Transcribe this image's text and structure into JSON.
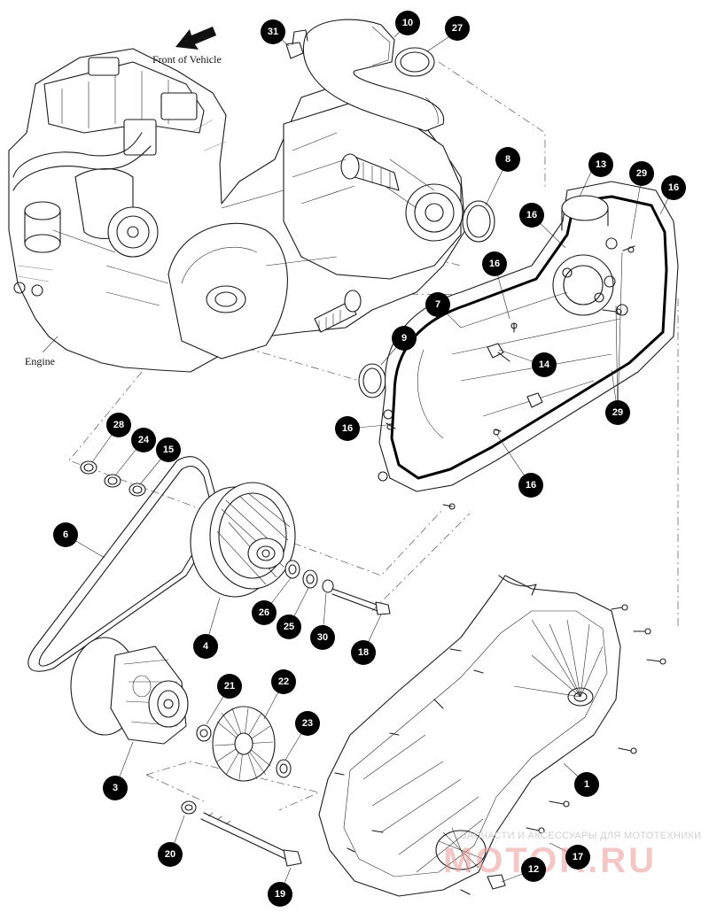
{
  "labels": {
    "front_of_vehicle": "Front of Vehicle",
    "engine": "Engine"
  },
  "callouts": [
    "1",
    "3",
    "4",
    "6",
    "7",
    "8",
    "9",
    "10",
    "12",
    "13",
    "14",
    "15",
    "16",
    "16",
    "16",
    "16",
    "16",
    "17",
    "18",
    "19",
    "20",
    "21",
    "22",
    "23",
    "24",
    "25",
    "26",
    "27",
    "28",
    "29",
    "29",
    "30",
    "31"
  ],
  "watermark": {
    "line1": "ЗАПЧАСТИ И АКСЕССУАРЫ ДЛЯ МОТОТЕХНИКИ",
    "line2": "MOTOR.RU"
  }
}
